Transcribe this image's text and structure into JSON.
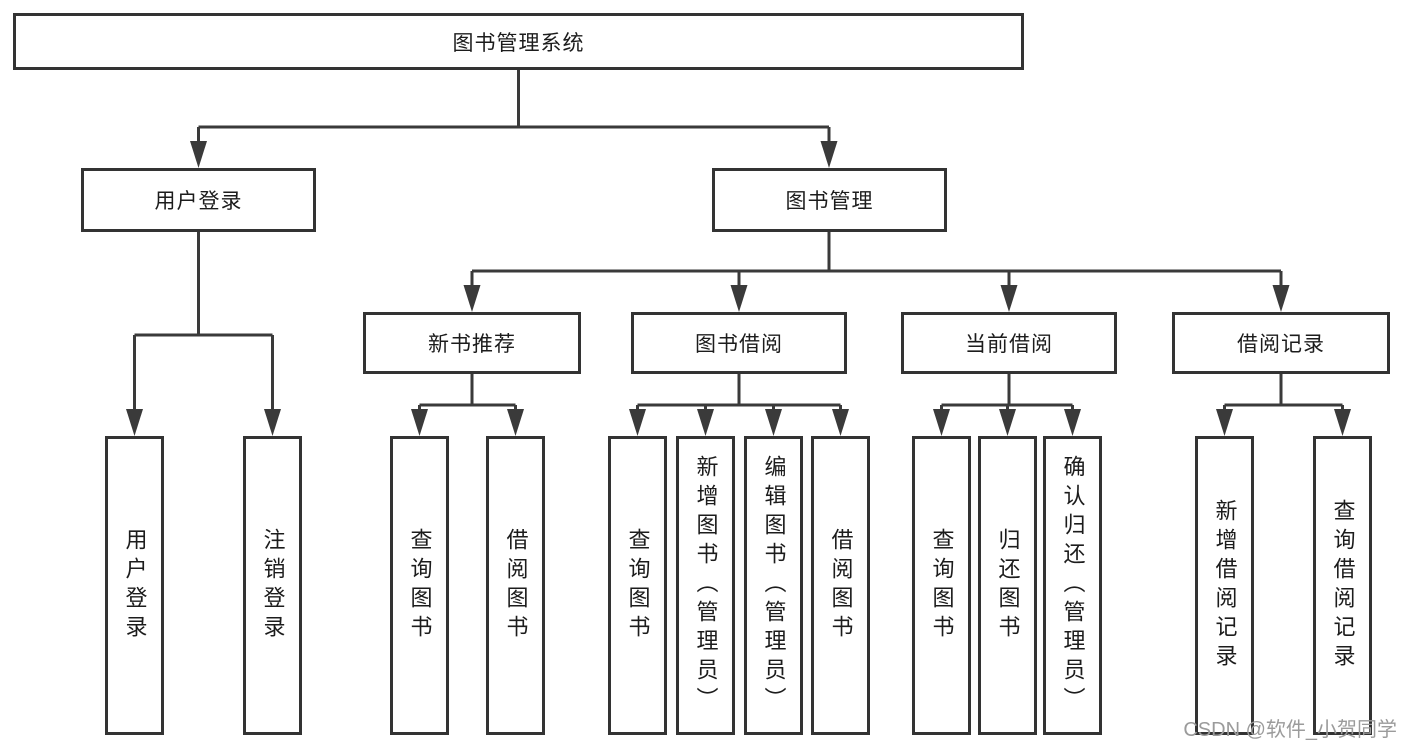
{
  "tree": {
    "root": "图书管理系统",
    "branches": [
      {
        "label": "用户登录",
        "children": [
          "用户登录",
          "注销登录"
        ]
      },
      {
        "label": "图书管理",
        "groups": [
          {
            "label": "新书推荐",
            "children": [
              "查询图书",
              "借阅图书"
            ]
          },
          {
            "label": "图书借阅",
            "children": [
              "查询图书",
              "新增图书（管理员）",
              "编辑图书（管理员）",
              "借阅图书"
            ]
          },
          {
            "label": "当前借阅",
            "children": [
              "查询图书",
              "归还图书",
              "确认归还（管理员）"
            ]
          },
          {
            "label": "借阅记录",
            "children": [
              "新增借阅记录",
              "查询借阅记录"
            ]
          }
        ]
      }
    ]
  },
  "watermark": "CSDN @软件_小贺同学",
  "colors": {
    "line": "#3a3a3a",
    "box_border": "#333333",
    "box_fill": "#ffffff",
    "text": "#1c1c1c",
    "watermark": "#9b9b9b",
    "background": "#ffffff"
  }
}
